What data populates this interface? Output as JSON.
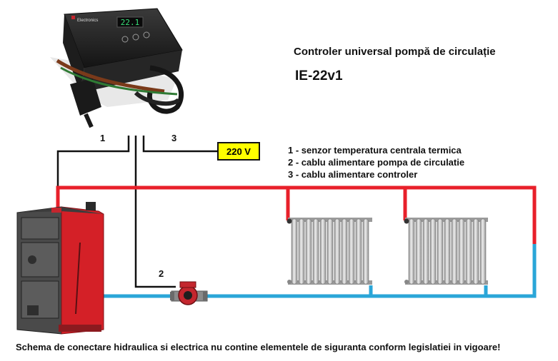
{
  "header": {
    "title": "Controler universal pompă de circulație",
    "model": "IE-22v1"
  },
  "device": {
    "brand": "Electronics",
    "display": "22.1"
  },
  "power": {
    "label": "220 V"
  },
  "cable_numbers": {
    "n1": "1",
    "n2": "2",
    "n3": "3"
  },
  "legend": {
    "items": [
      "1 - senzor temperatura centrala termica",
      "2 - cablu alimentare pompa de circulatie",
      "3 - cablu alimentare controler"
    ]
  },
  "footer": {
    "disclaimer": "Schema de conectare hidraulica si electrica nu contine elementele de siguranta conform legislatiei in vigoare!"
  },
  "colors": {
    "supply_pipe": "#e8202a",
    "return_pipe": "#2aa6d8",
    "boiler": "#d42027",
    "boiler_dark": "#505050",
    "radiator": "#b8b8b8",
    "wire": "#111111",
    "power_box": "#ffff00"
  }
}
